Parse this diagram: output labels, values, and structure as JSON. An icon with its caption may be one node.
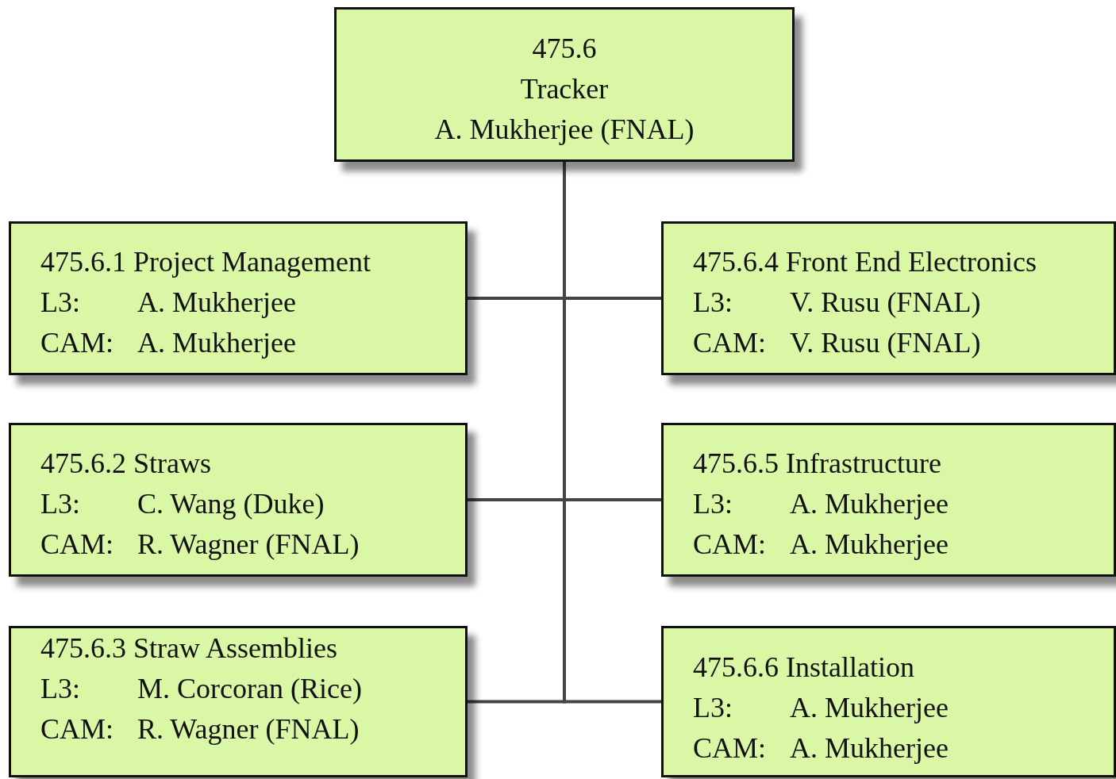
{
  "diagram": {
    "nodes": [
      {
        "text": [
          "475.6",
          "Tracker",
          "A. Mukherjee (FNAL)"
        ]
      },
      {
        "text": [
          "475.6.1 Project Management",
          "L3:",
          "A. Mukherjee",
          "CAM:",
          "A. Mukherjee"
        ]
      },
      {
        "text": [
          "475.6.2 Straws",
          "L3:",
          "C. Wang (Duke)",
          "CAM:",
          "R. Wagner (FNAL)"
        ]
      },
      {
        "text": [
          "475.6.3 Straw Assemblies",
          "L3:",
          "M. Corcoran (Rice)",
          "CAM:",
          "R. Wagner (FNAL)"
        ]
      },
      {
        "text": [
          "475.6.4 Front End Electronics",
          "L3:",
          "V. Rusu (FNAL)",
          "CAM:",
          "V. Rusu (FNAL)"
        ]
      },
      {
        "text": [
          "475.6.5 Infrastructure",
          "L3:",
          "A. Mukherjee",
          "CAM:",
          "A. Mukherjee"
        ]
      },
      {
        "text": [
          "475.6.6 Installation",
          "L3:",
          "A. Mukherjee",
          "CAM:",
          "A. Mukherjee"
        ]
      }
    ],
    "edges": [
      {
        "from": 0,
        "to": 1,
        "arrow": "none"
      },
      {
        "from": 0,
        "to": 2,
        "arrow": "none"
      },
      {
        "from": 0,
        "to": 3,
        "arrow": "none"
      },
      {
        "from": 0,
        "to": 4,
        "arrow": "none"
      },
      {
        "from": 0,
        "to": 5,
        "arrow": "none"
      },
      {
        "from": 0,
        "to": 6,
        "arrow": "none"
      }
    ]
  }
}
